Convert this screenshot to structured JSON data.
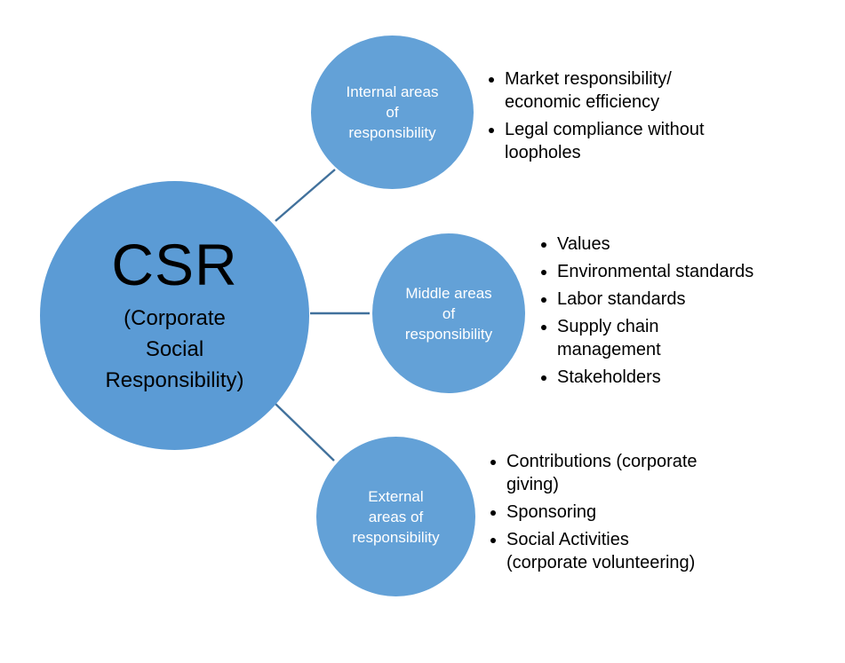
{
  "colors": {
    "page_bg": "#FFFFFF",
    "circle_fill": "#5B9BD5",
    "sub_circle_fill": "#63A1D7",
    "connector": "#41719C",
    "text_dark": "#000000",
    "text_light": "#FFFFFF"
  },
  "center": {
    "acronym": "CSR",
    "full_name": "(Corporate\nSocial\nResponsibility)"
  },
  "branches": [
    {
      "id": "internal",
      "circle_label": "Internal areas\nof\nresponsibility",
      "bullets": [
        "Market responsibility/\neconomic efficiency",
        "Legal compliance without\nloopholes"
      ]
    },
    {
      "id": "middle",
      "circle_label": "Middle areas\nof\nresponsibility",
      "bullets": [
        "Values",
        "Environmental standards",
        "Labor standards",
        "Supply chain\nmanagement",
        "Stakeholders"
      ]
    },
    {
      "id": "external",
      "circle_label": "External\nareas of\nresponsibility",
      "bullets": [
        "Contributions (corporate\ngiving)",
        "Sponsoring",
        "Social Activities\n(corporate volunteering)"
      ]
    }
  ]
}
